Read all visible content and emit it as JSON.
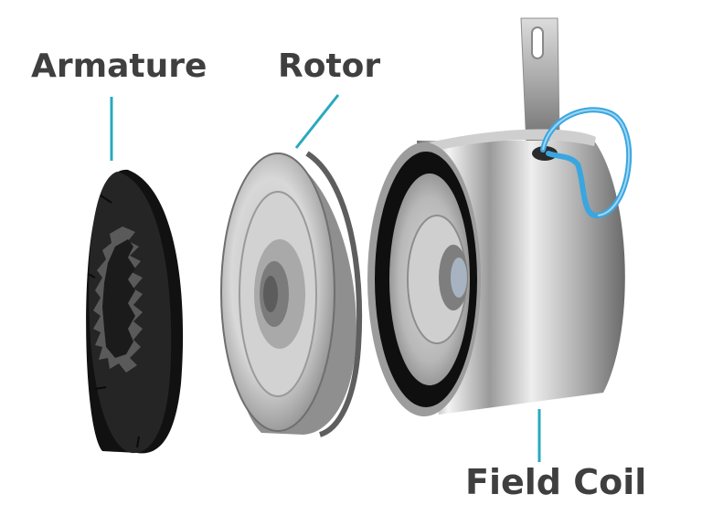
{
  "labels": {
    "armature": "Armature",
    "rotor": "Rotor",
    "field_coil": "Field Coil"
  },
  "colors": {
    "label_text": "#3f3f3f",
    "leader_line": "#2aa9bd",
    "wire": "#3aa6e0"
  },
  "icons": [
    "armature-disc-icon",
    "rotor-disc-icon",
    "field-coil-housing-icon"
  ]
}
